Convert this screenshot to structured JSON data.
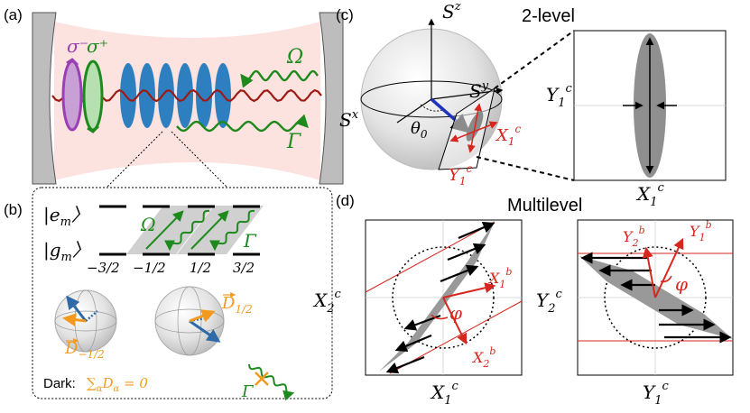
{
  "panels": {
    "a": {
      "label": "(a)",
      "sigma_minus": "σ⁻",
      "sigma_plus": "σ⁺",
      "omega": "Ω",
      "gamma": "Γ"
    },
    "b": {
      "label": "(b)",
      "excited": "|e",
      "excited_sub": "m",
      "ground": "|g",
      "ground_sub": "m",
      "ket_close": "〉",
      "omega": "Ω",
      "gamma": "Γ",
      "m_values": [
        "−3/2",
        "−1/2",
        "1/2",
        "3/2"
      ],
      "d_minus": "D",
      "d_minus_sub": "−1/2",
      "d_plus": "D",
      "d_plus_sub": "1/2",
      "dark_label": "Dark:",
      "dark_eq": "∑",
      "dark_eq_sub": "α",
      "dark_eq_rest": "D",
      "dark_eq_rest_sub": "α",
      "dark_eq_tail": " = 0",
      "gamma_cross": "Γ"
    },
    "c": {
      "label": "(c)",
      "title": "2-level",
      "sz": "S",
      "sz_sup": "z",
      "sy": "S",
      "sy_sup": "y",
      "sx": "S",
      "sx_sup": "x",
      "theta": "θ",
      "theta_sub": "0",
      "x1c": "X",
      "x1c_sub": "1",
      "x1c_sup": "c",
      "y1c": "Y",
      "y1c_sub": "1",
      "y1c_sup": "c",
      "right_ylabel": "Y",
      "right_ylabel_sub": "1",
      "right_ylabel_sup": "c",
      "right_xlabel": "X",
      "right_xlabel_sub": "1",
      "right_xlabel_sup": "c"
    },
    "d": {
      "label": "(d)",
      "title": "Multilevel",
      "left_ylabel": "X",
      "left_ylabel_sub": "2",
      "left_ylabel_sup": "c",
      "left_xlabel": "X",
      "left_xlabel_sub": "1",
      "left_xlabel_sup": "c",
      "left_x1b": "X",
      "left_x1b_sub": "1",
      "left_x1b_sup": "b",
      "left_x2b": "X",
      "left_x2b_sub": "2",
      "left_x2b_sup": "b",
      "phi": "φ",
      "right_ylabel": "Y",
      "right_ylabel_sub": "2",
      "right_ylabel_sup": "c",
      "right_xlabel": "Y",
      "right_xlabel_sub": "1",
      "right_xlabel_sup": "c",
      "right_y2b": "Y",
      "right_y2b_sub": "2",
      "right_y2b_sup": "b",
      "right_y1b": "Y",
      "right_y1b_sub": "1",
      "right_y1b_sup": "b"
    }
  },
  "colors": {
    "red": "#d7261e",
    "green": "#1e8a1e",
    "blue": "#2e7fbf",
    "purple": "#9b3fb5",
    "orange": "#f39a1e",
    "gray": "#9a9a9a",
    "cavity": "#fde3e0"
  }
}
